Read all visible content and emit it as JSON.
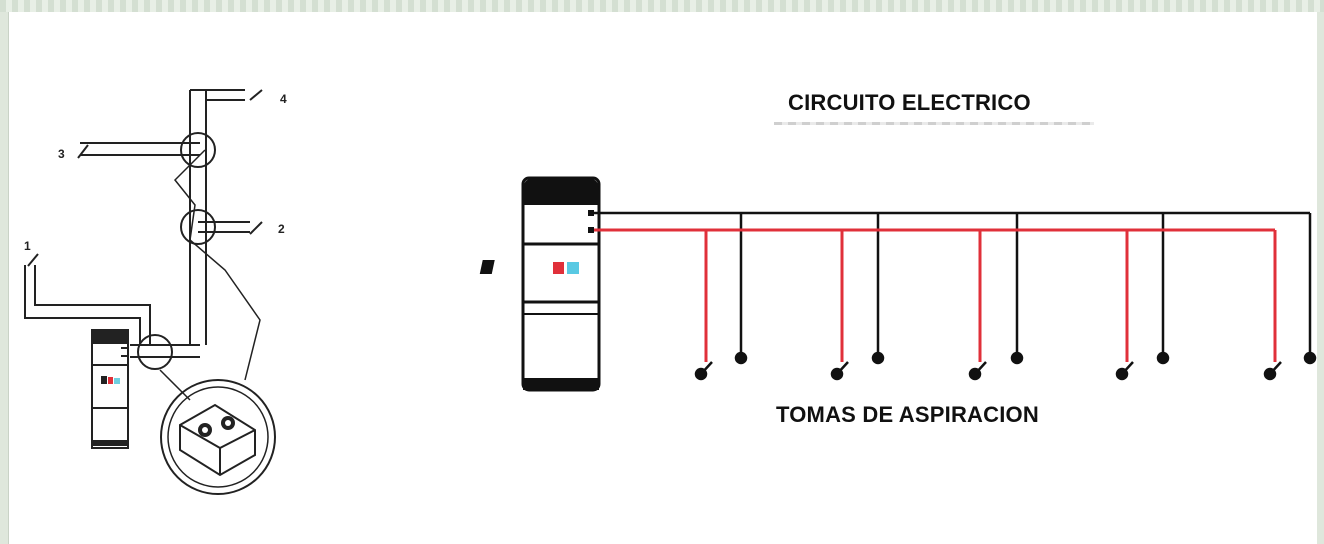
{
  "titles": {
    "circuit": "CIRCUITO ELECTRICO",
    "outlets": "TOMAS DE ASPIRACION"
  },
  "left_diagram": {
    "labels": [
      "1",
      "2",
      "3",
      "4"
    ]
  },
  "colors": {
    "black_wire": "#111111",
    "red_wire": "#e0303a",
    "background": "#ffffff"
  }
}
